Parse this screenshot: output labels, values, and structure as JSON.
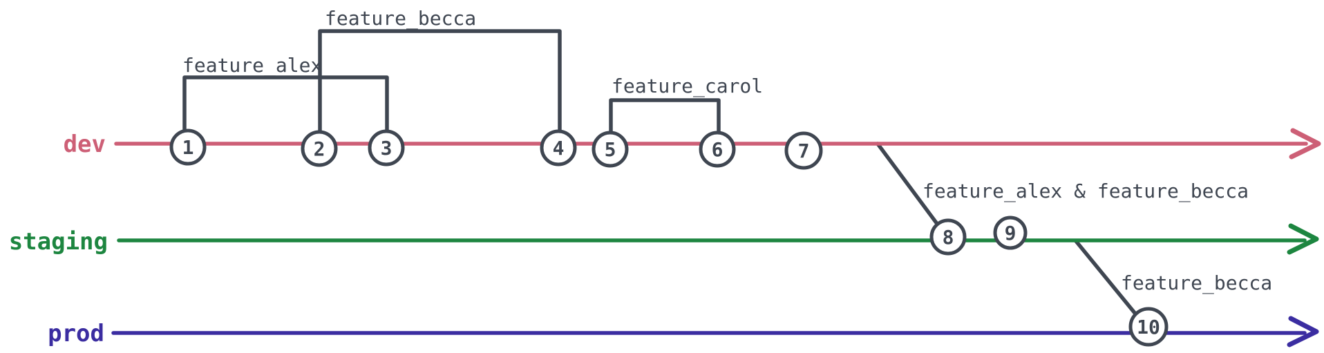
{
  "colors": {
    "dev_pink": "#cd5f76",
    "staging_green": "#1d8640",
    "prod_purple": "#3b2da1",
    "ink": "#3f4651",
    "background": "#ffffff"
  },
  "branches": {
    "dev": {
      "label": "dev"
    },
    "staging": {
      "label": "staging"
    },
    "prod": {
      "label": "prod"
    }
  },
  "commits": [
    {
      "label": "1",
      "branch": "dev"
    },
    {
      "label": "2",
      "branch": "dev"
    },
    {
      "label": "3",
      "branch": "dev"
    },
    {
      "label": "4",
      "branch": "dev"
    },
    {
      "label": "5",
      "branch": "dev"
    },
    {
      "label": "6",
      "branch": "dev"
    },
    {
      "label": "7",
      "branch": "dev"
    },
    {
      "label": "8",
      "branch": "staging"
    },
    {
      "label": "9",
      "branch": "staging"
    },
    {
      "label": "10",
      "branch": "prod"
    }
  ],
  "feature_branches": [
    {
      "label": "feature_alex",
      "branches_from_commit": "1",
      "merges_at_commit": "3"
    },
    {
      "label": "feature_becca",
      "branches_from_commit": "2",
      "merges_at_commit": "4"
    },
    {
      "label": "feature_carol",
      "branches_from_commit": "5",
      "merges_at_commit": "6"
    }
  ],
  "merges": [
    {
      "label": "feature_alex & feature_becca",
      "from_branch": "dev",
      "to_branch": "staging",
      "at_commit": "8"
    },
    {
      "label": "feature_becca",
      "from_branch": "staging",
      "to_branch": "prod",
      "at_commit": "10"
    }
  ]
}
